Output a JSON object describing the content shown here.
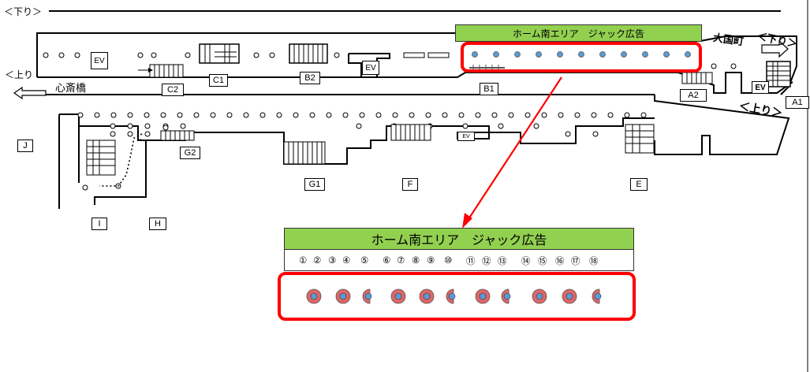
{
  "directions": {
    "down_top": "＜下り＞",
    "up_left": "＜上り",
    "down_right": "＜下り＞",
    "up_right": "＜上り＞",
    "shinsaibashi": "心斎橋",
    "daikokucho": "大国町"
  },
  "exits": {
    "A1": "A1",
    "A2": "A2",
    "B1": "B1",
    "B2": "B2",
    "C1": "C1",
    "C2": "C2",
    "E": "E",
    "F": "F",
    "G1": "G1",
    "G2": "G2",
    "H": "H",
    "I": "I",
    "J": "J"
  },
  "elevator_label": "EV",
  "area_title": "ホーム南エリア　ジャック広告",
  "zoom_title": "ホーム南エリア　ジャック広告",
  "pillar_numbers": [
    "①",
    "②",
    "③",
    "④",
    "⑤",
    "⑥",
    "⑦",
    "⑧",
    "⑨",
    "⑩",
    "⑪",
    "⑫",
    "⑬",
    "⑭",
    "⑮",
    "⑯",
    "⑰",
    "⑱"
  ],
  "colors": {
    "banner": "#92d050",
    "highlight": "#ff0000",
    "pillar_fill": "#5b9bd5",
    "pillar_ring": "#e06666"
  }
}
